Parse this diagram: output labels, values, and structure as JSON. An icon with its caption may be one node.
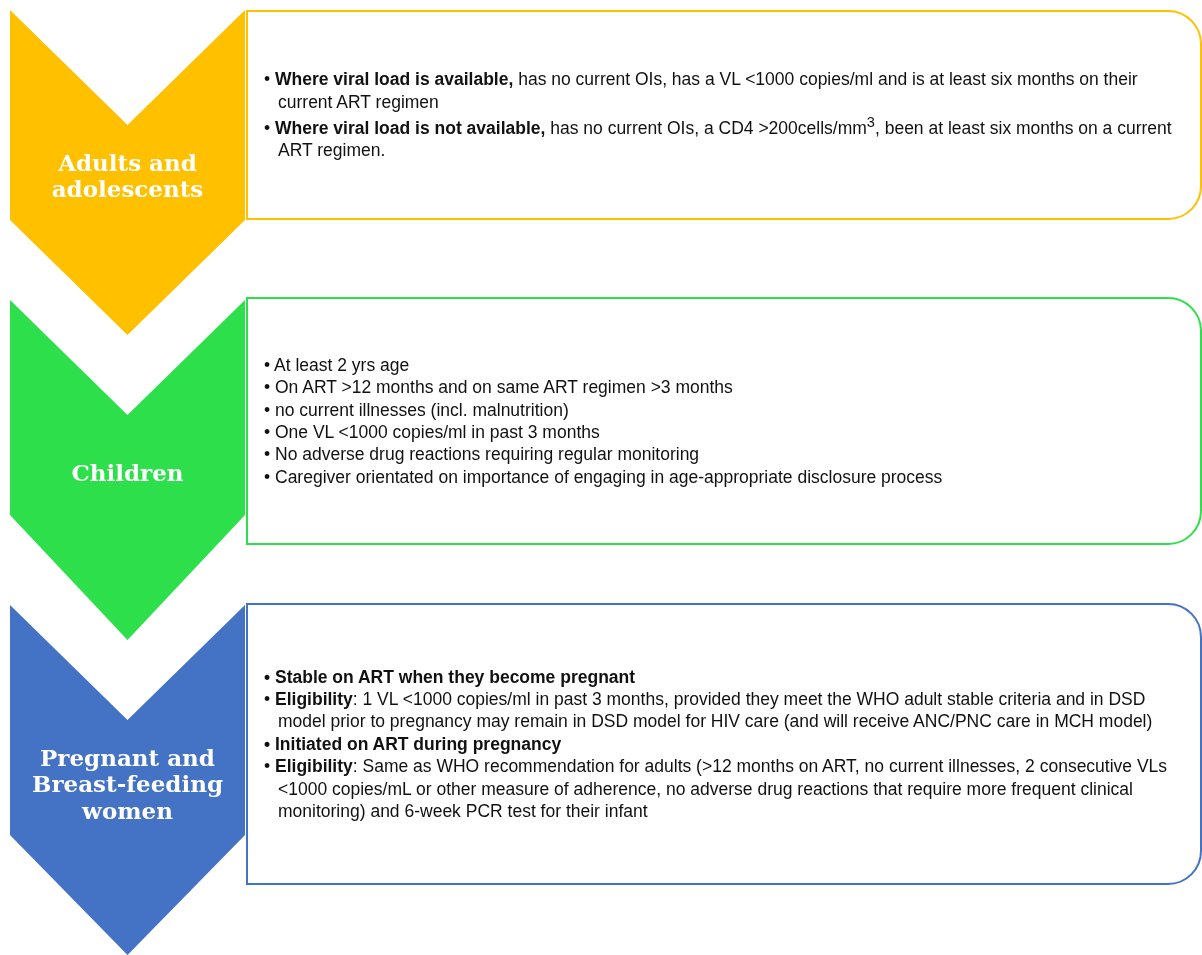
{
  "diagram": {
    "nodes": [
      {
        "text": [
          "Adults and adolescents"
        ]
      },
      {
        "text": [
          "• **Where viral load is available,** has no current OIs, has a VL <1000 copies/ml and is at least six months on their current ART regimen",
          "• **Where viral load is not available,** has no current OIs, a CD4 >200cells/mm$^{3}$, been at least six months on a current ART regimen."
        ]
      },
      {
        "text": [
          "Children"
        ]
      },
      {
        "text": [
          "• At least 2 yrs age",
          "• On ART >12 months and on same ART regimen >3 months",
          "• no current illnesses (incl. malnutrition)",
          "• One  VL <1000 copies/ml in past 3 months",
          "• No adverse drug reactions requiring regular monitoring",
          "• Caregiver orientated on importance of engaging in age-appropriate disclosure process"
        ]
      },
      {
        "text": [
          "Pregnant and Breast-feeding women"
        ]
      },
      {
        "text": [
          "• Stable on ART when they become pregnant",
          "• **Eligibility**: 1 VL <1000 copies/ml in past 3 months, provided they meet the WHO adult stable criteria and in DSD model prior to pregnancy may remain in DSD model for HIV care (and will receive ANC/PNC care in MCH model)",
          "• Initiated on ART during pregnancy",
          "• **Eligibility**: Same as WHO recommendation for adults (>12 months on ART, no current illnesses, 2 consecutive VLs <1000 copies/mL or other measure of adherence, no adverse drug reactions that require more frequent clinical monitoring) and 6-week PCR test for their infant"
        ]
      }
    ]
  }
}
